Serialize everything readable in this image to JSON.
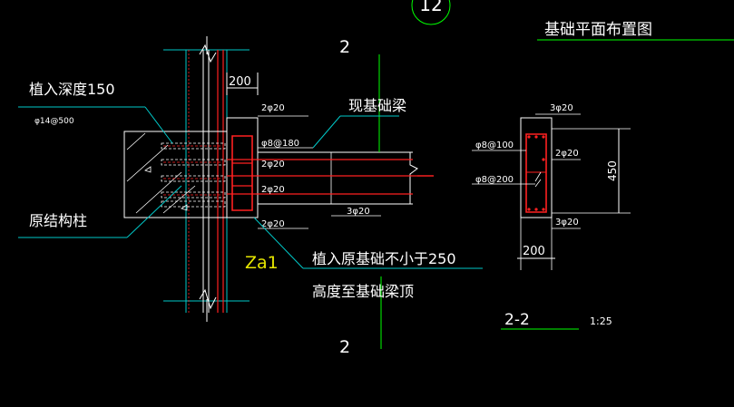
{
  "drawing": {
    "axis_bubble": "12",
    "plan_title": "基础平面布置图",
    "detail_a": {
      "section_mark_top": "2",
      "section_mark_bottom": "2",
      "dim_200": "200",
      "label_embed_depth": "植入深度150",
      "label_dowel": "φ14@500",
      "label_new_beam": "现基础梁",
      "label_orig_column": "原结构柱",
      "label_member": "Za1",
      "note_line1": "植入原基础不小于250",
      "note_line2": "高度至基础梁顶",
      "bar_top": "2φ20",
      "stirrup": "φ8@180",
      "bar_mid1": "2φ20",
      "bar_mid2": "2φ20",
      "bar_bot_inner": "3φ20",
      "bar_bot": "2φ20"
    },
    "section_2_2": {
      "top_bars": "3φ20",
      "stirrup_a": "φ8@100",
      "stirrup_b": "φ8@200",
      "side_bars": "2φ20",
      "bottom_bars": "3φ20",
      "height": "450",
      "width": "200",
      "title": "2-2",
      "scale": "1:25"
    }
  },
  "colors": {
    "background": "#000000",
    "line_white": "#ffffff",
    "line_cyan": "#00c8c8",
    "line_green": "#00ff00",
    "rebar_red": "#ff2020",
    "text_yellow": "#e6e600"
  }
}
